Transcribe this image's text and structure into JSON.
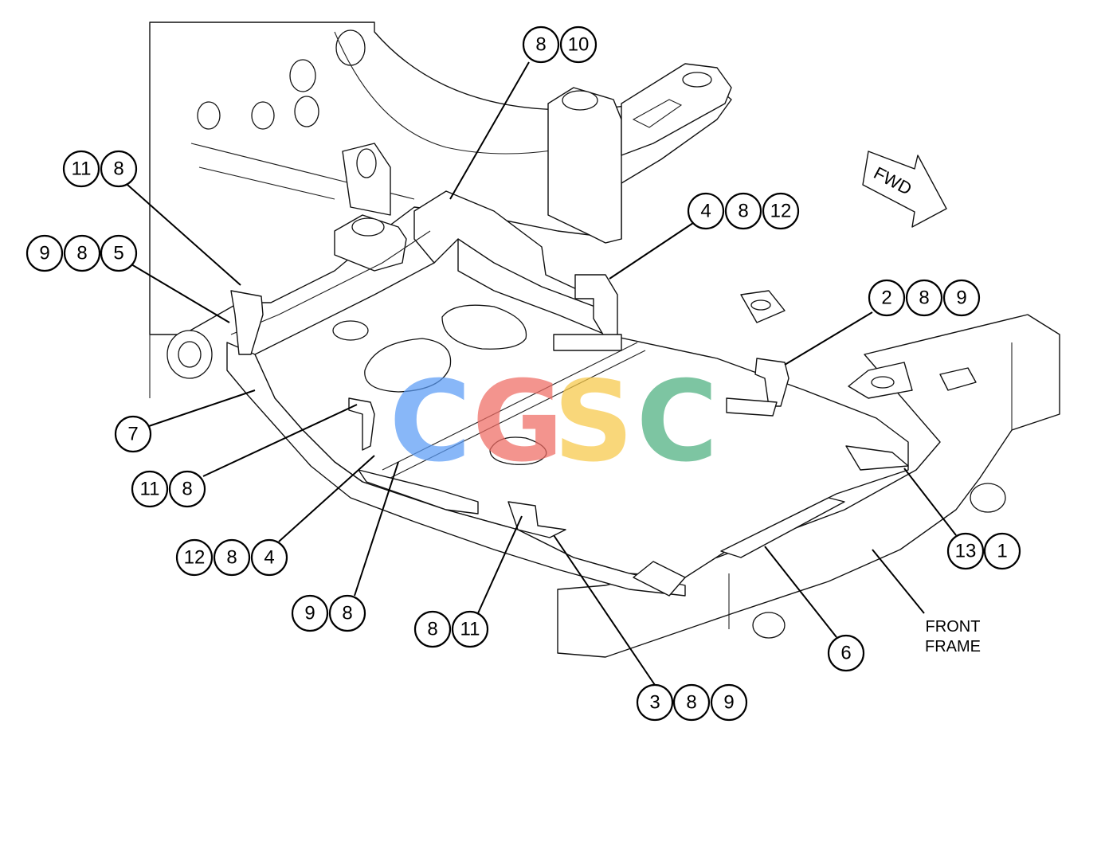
{
  "callouts": {
    "group_8_10": [
      "8",
      "10"
    ],
    "group_11_8_top": [
      "11",
      "8"
    ],
    "group_9_8_5": [
      "9",
      "8",
      "5"
    ],
    "group_4_8_12": [
      "4",
      "8",
      "12"
    ],
    "group_2_8_9": [
      "2",
      "8",
      "9"
    ],
    "single_7": [
      "7"
    ],
    "group_11_8_mid": [
      "11",
      "8"
    ],
    "group_12_8_4": [
      "12",
      "8",
      "4"
    ],
    "group_9_8": [
      "9",
      "8"
    ],
    "group_8_11": [
      "8",
      "11"
    ],
    "group_3_8_9": [
      "3",
      "8",
      "9"
    ],
    "single_6": [
      "6"
    ],
    "group_13_1": [
      "13",
      "1"
    ]
  },
  "labels": {
    "front_line1": "FRONT",
    "front_line2": "FRAME",
    "fwd": "FWD"
  },
  "watermark": {
    "letters": [
      "C",
      "G",
      "S",
      "C"
    ],
    "colors": [
      "#5b9cf6",
      "#ef6b63",
      "#f7c948",
      "#4caf7f"
    ]
  }
}
